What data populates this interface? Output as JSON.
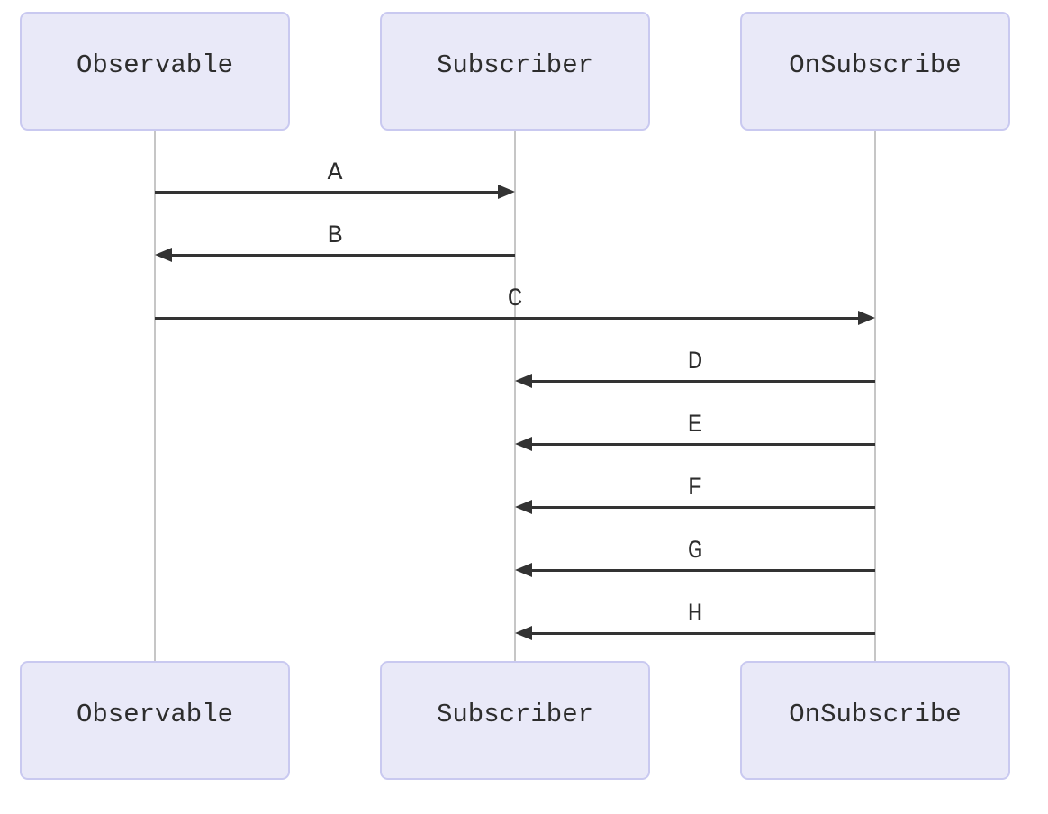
{
  "diagram": {
    "type": "sequence",
    "participants": [
      {
        "name": "Observable"
      },
      {
        "name": "Subscriber"
      },
      {
        "name": "OnSubscribe"
      }
    ],
    "messages": [
      {
        "label": "A",
        "from": "Observable",
        "to": "Subscriber"
      },
      {
        "label": "B",
        "from": "Subscriber",
        "to": "Observable"
      },
      {
        "label": "C",
        "from": "Observable",
        "to": "OnSubscribe"
      },
      {
        "label": "D",
        "from": "OnSubscribe",
        "to": "Subscriber"
      },
      {
        "label": "E",
        "from": "OnSubscribe",
        "to": "Subscriber"
      },
      {
        "label": "F",
        "from": "OnSubscribe",
        "to": "Subscriber"
      },
      {
        "label": "G",
        "from": "OnSubscribe",
        "to": "Subscriber"
      },
      {
        "label": "H",
        "from": "OnSubscribe",
        "to": "Subscriber"
      }
    ],
    "colors": {
      "actor_fill": "#e9e9f8",
      "actor_border": "#c9c9f0",
      "lifeline": "#c6c6c6",
      "arrow": "#333333",
      "text": "#2d2d2d"
    }
  }
}
